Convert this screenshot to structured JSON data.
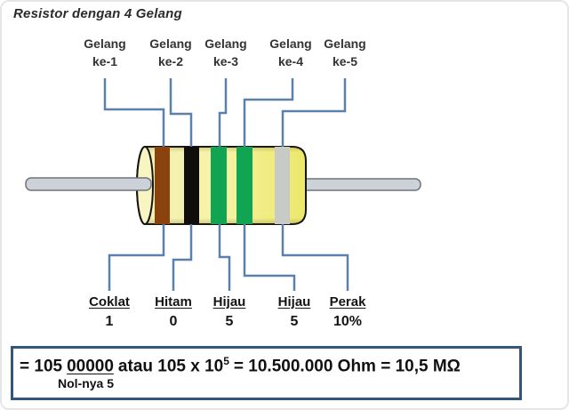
{
  "title": "Resistor dengan 4 Gelang",
  "bands": [
    {
      "top_label_line1": "Gelang",
      "top_label_line2": "ke-1",
      "color_name": "Coklat",
      "digit": "1",
      "hex": "#8a430f"
    },
    {
      "top_label_line1": "Gelang",
      "top_label_line2": "ke-2",
      "color_name": "Hitam",
      "digit": "0",
      "hex": "#0f0e0a"
    },
    {
      "top_label_line1": "Gelang",
      "top_label_line2": "ke-3",
      "color_name": "Hijau",
      "digit": "5",
      "hex": "#11a452"
    },
    {
      "top_label_line1": "Gelang",
      "top_label_line2": "ke-4",
      "color_name": "Hijau",
      "digit": "5",
      "hex": "#11a452"
    },
    {
      "top_label_line1": "Gelang",
      "top_label_line2": "ke-5",
      "color_name": "Perak",
      "digit": "10%",
      "hex": "#c8cac6"
    }
  ],
  "formula": {
    "lead_in": "= 105",
    "zeros": "00000",
    "middle": "atau 105 x 10",
    "exponent": "5",
    "result": "= 10.500.000 Ohm = 10,5 MΩ",
    "zeros_note": "Nol-nya 5"
  },
  "colors": {
    "connector_blue": "#5b80ad",
    "body_yellow_left": "#f8f4b4",
    "body_yellow_right": "#efeb6c",
    "cap_cream": "#f8f5c2",
    "lead_gray": "#cdd2d9",
    "outline_black": "#141414",
    "formula_box_border": "#33567d"
  }
}
